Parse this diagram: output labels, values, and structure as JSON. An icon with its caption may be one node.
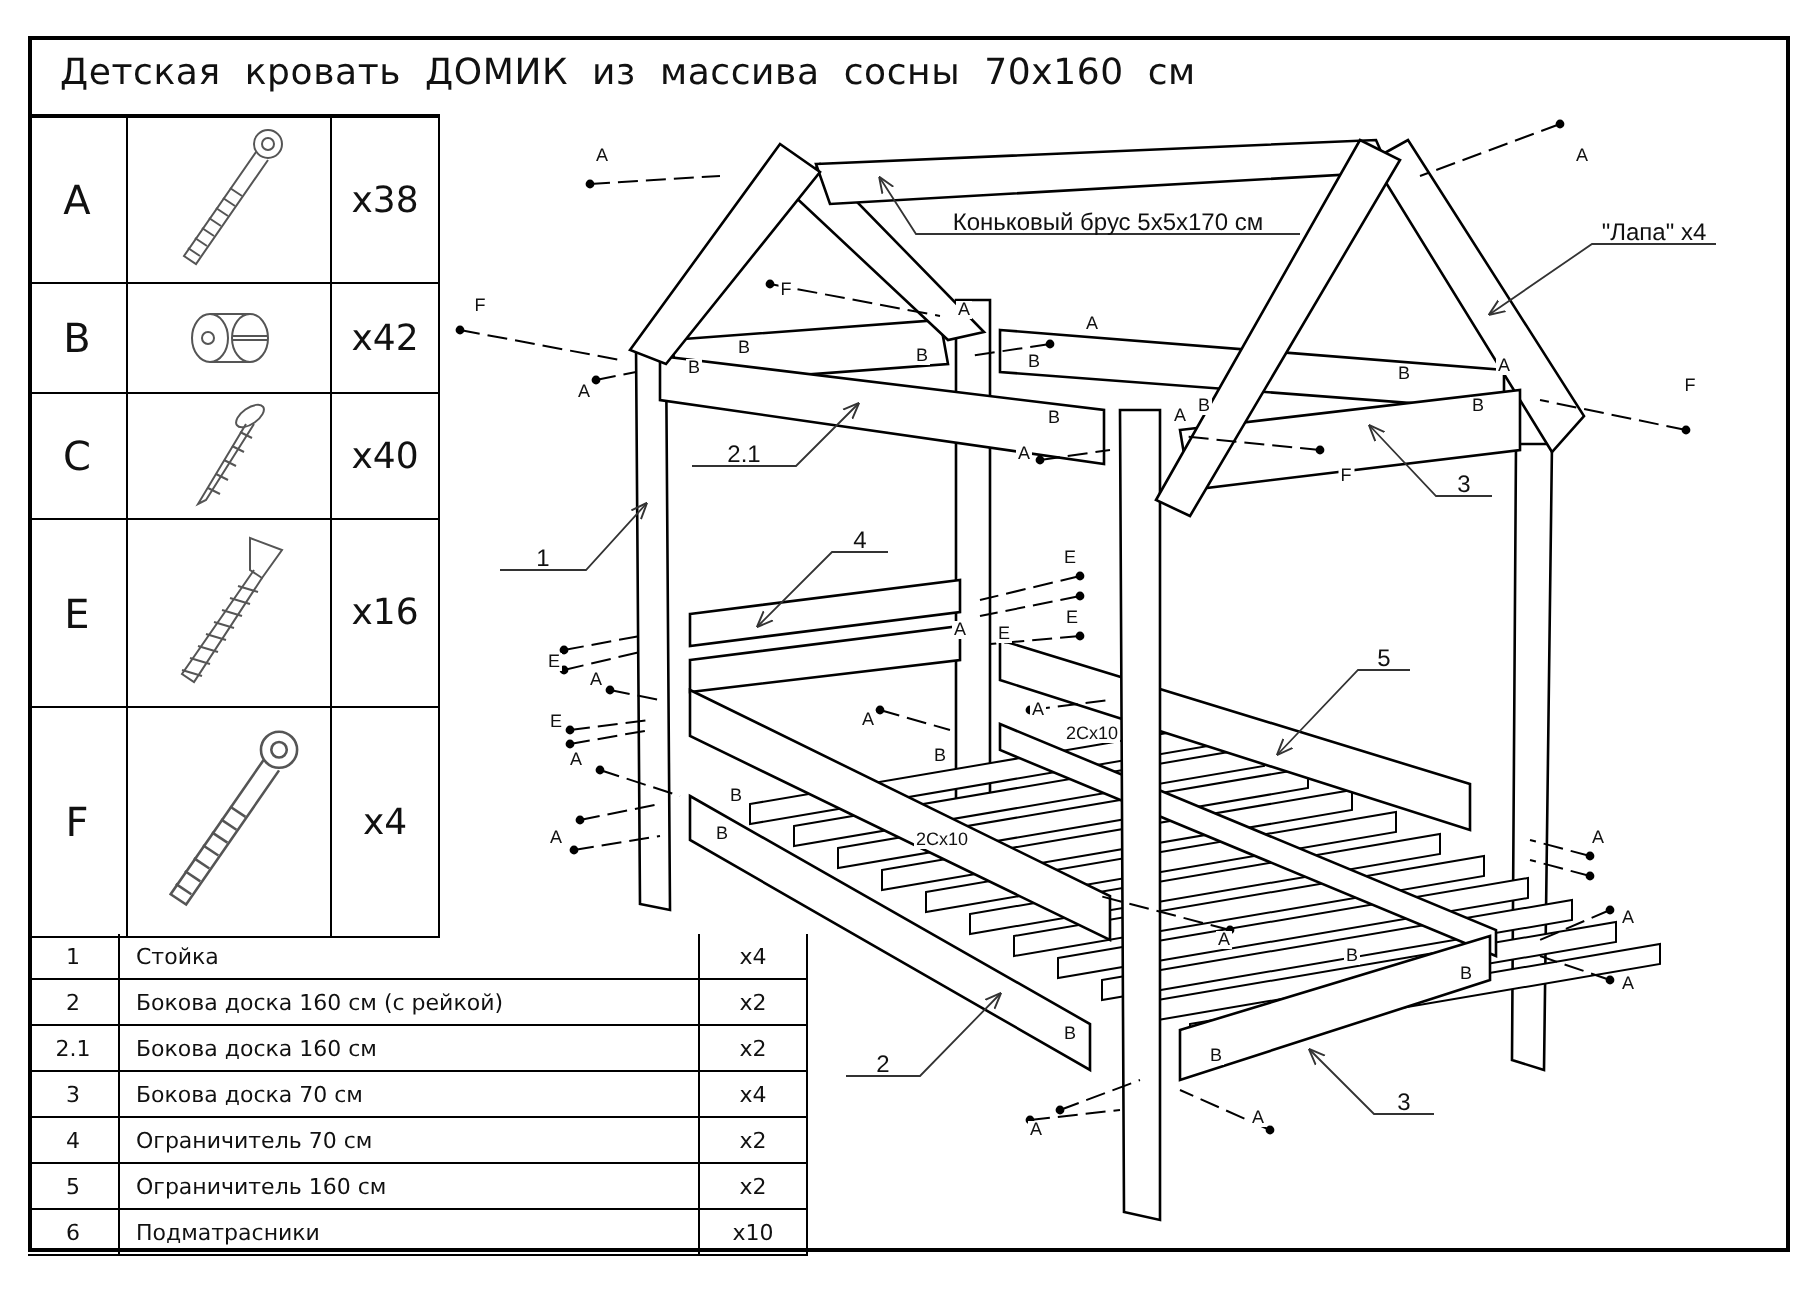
{
  "diagram": {
    "title": "Детская кровать ДОМИК из массива сосны 70x160 см",
    "nodes": [
      {
        "text": [
          "Коньковый брус 5x5x170 см"
        ]
      },
      {
        "text": [
          "\"Лапа\" x4"
        ]
      },
      {
        "text": [
          "2.1"
        ]
      },
      {
        "text": [
          "3"
        ]
      },
      {
        "text": [
          "1"
        ]
      },
      {
        "text": [
          "4"
        ]
      },
      {
        "text": [
          "5"
        ]
      },
      {
        "text": [
          "2"
        ]
      },
      {
        "text": [
          "3"
        ]
      }
    ],
    "edges": [
      {
        "from": 0,
        "to": null,
        "arrow": "to"
      },
      {
        "from": 1,
        "to": null,
        "arrow": "to"
      },
      {
        "from": 2,
        "to": null,
        "arrow": "to"
      },
      {
        "from": 3,
        "to": null,
        "arrow": "to"
      },
      {
        "from": 4,
        "to": null,
        "arrow": "to"
      },
      {
        "from": 5,
        "to": null,
        "arrow": "to"
      },
      {
        "from": 6,
        "to": null,
        "arrow": "to"
      },
      {
        "from": 7,
        "to": null,
        "arrow": "to"
      },
      {
        "from": 8,
        "to": null,
        "arrow": "to"
      }
    ],
    "labels": [
      "A",
      "x38",
      "B",
      "x42",
      "C",
      "x40",
      "E",
      "x16",
      "F",
      "x4",
      "1",
      "Стойка",
      "x4",
      "2",
      "Бокова доска 160 см (с рейкой)",
      "x2",
      "2.1",
      "Бокова доска 160 см",
      "x2",
      "3",
      "Бокова доска 70 см",
      "x4",
      "4",
      "Ограничитель 70 см",
      "x2",
      "5",
      "Ограничитель 160 см",
      "x2",
      "6",
      "Подматрасники",
      "x10",
      "A",
      "A",
      "F",
      "F",
      "A",
      "A",
      "B",
      "B",
      "A",
      "B",
      "B",
      "B",
      "A",
      "A",
      "B",
      "B",
      "A",
      "B",
      "F",
      "F",
      "E",
      "E",
      "A",
      "E",
      "E",
      "A",
      "E",
      "A",
      "A",
      "A",
      "2Cx10",
      "B",
      "B",
      "A",
      "B",
      "2Cx10",
      "A",
      "A",
      "B",
      "B",
      "A",
      "A",
      "B",
      "B",
      "A",
      "A"
    ]
  }
}
